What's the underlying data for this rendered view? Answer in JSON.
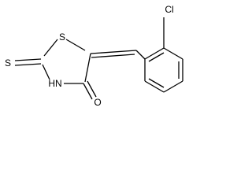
{
  "molecule": {
    "atoms": {
      "cl": "Cl",
      "s_ring": "S",
      "s_thione": "S",
      "nh": "HN",
      "o": "O"
    }
  }
}
